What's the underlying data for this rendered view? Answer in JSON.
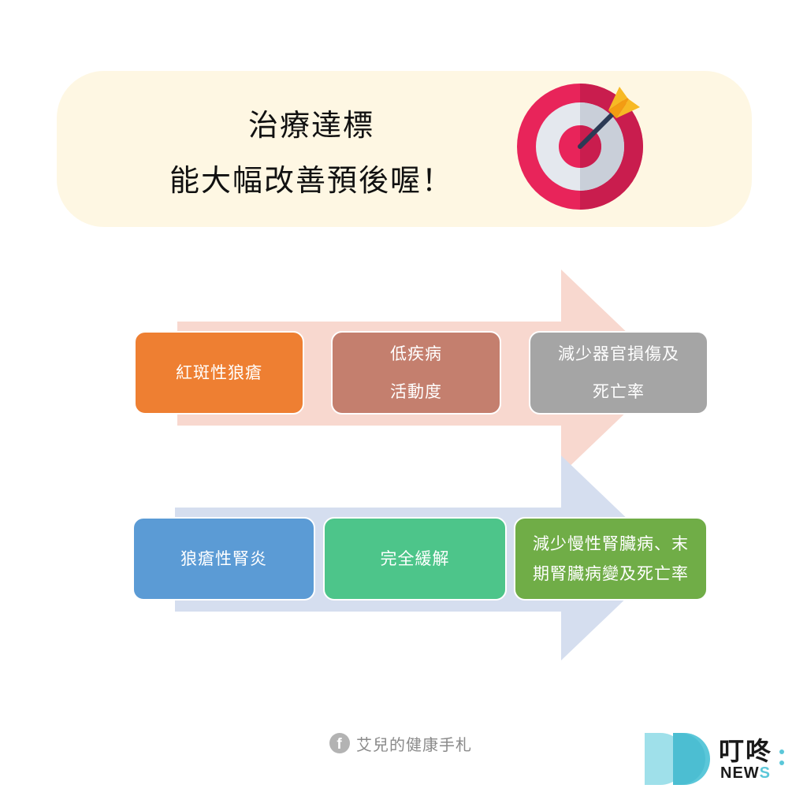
{
  "header": {
    "title_line1": "治療達標",
    "title_line2": "能大幅改善預後喔！"
  },
  "flow_top": {
    "steps": [
      {
        "lines": [
          "紅斑性狼瘡"
        ],
        "color": "#ee7f32"
      },
      {
        "lines": [
          "低疾病",
          "活動度"
        ],
        "color": "#c47f6e"
      },
      {
        "lines": [
          "減少器官損傷及",
          "死亡率"
        ],
        "color": "#a5a5a5"
      }
    ],
    "arrow_color": "#f8d8cf"
  },
  "flow_bottom": {
    "steps": [
      {
        "lines": [
          "狼瘡性腎炎"
        ],
        "color": "#5b9bd5"
      },
      {
        "lines": [
          "完全緩解"
        ],
        "color": "#4dc58a"
      },
      {
        "lines": [
          "減少慢性腎臟病、末",
          "期腎臟病變及死亡率"
        ],
        "color": "#70ad47"
      }
    ],
    "arrow_color": "#d5deef"
  },
  "footer": {
    "source_text": "艾兒的健康手札",
    "fb_icon": "f",
    "logo_cn": "叮咚",
    "logo_en_main": "NEW",
    "logo_en_accent": "S"
  },
  "colors": {
    "banner_bg": "#fef7e3",
    "target_red": "#e8245a",
    "target_grey": "#dfe3ea",
    "logo_cyan": "#5bc7d9"
  }
}
